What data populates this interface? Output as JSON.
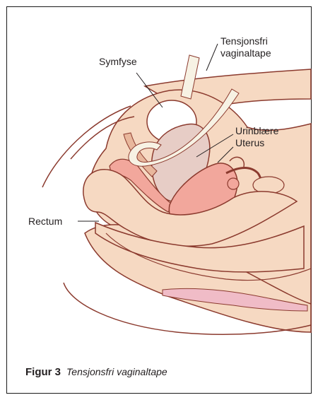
{
  "labels": {
    "tape_line1": "Tensjonsfri",
    "tape_line2": "vaginaltape",
    "symfyse": "Symfyse",
    "urinblaere": "Urinblære",
    "uterus": "Uterus",
    "rectum": "Rectum"
  },
  "caption": {
    "number": "Figur 3",
    "text": "Tensjonsfri vaginaltape"
  },
  "colors": {
    "skin": "#f6d9c2",
    "skin_dark": "#e8b79c",
    "outline": "#8b3a2e",
    "bladder": "#e7cdc6",
    "uterus": "#f2a79c",
    "mucosa": "#f0bcc7",
    "tape": "#f7f2e4"
  }
}
